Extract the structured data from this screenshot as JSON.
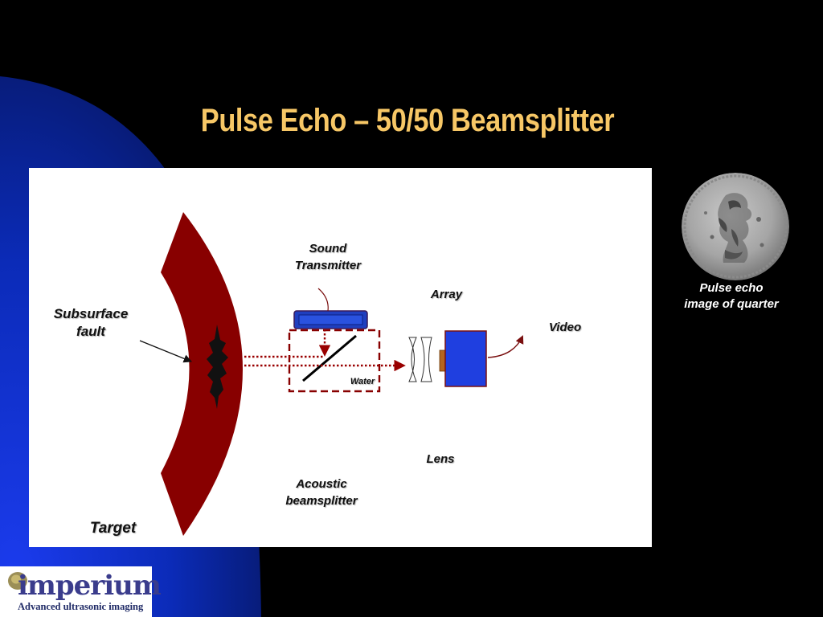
{
  "slide": {
    "title": "Pulse Echo – 50/50 Beamsplitter"
  },
  "diagram": {
    "labels": {
      "sound_transmitter_line1": "Sound",
      "sound_transmitter_line2": "Transmitter",
      "array": "Array",
      "subsurface_fault_line1": "Subsurface",
      "subsurface_fault_line2": "fault",
      "video": "Video",
      "water": "Water",
      "lens": "Lens",
      "acoustic_beamsplitter_line1": "Acoustic",
      "acoustic_beamsplitter_line2": "beamsplitter",
      "target": "Target"
    },
    "colors": {
      "target_fill": "#880000",
      "transmitter_fill": "#1f3fbf",
      "array_fill": "#1f3fe0",
      "beam": "#990000",
      "arrow": "#7a1010"
    }
  },
  "inset": {
    "caption_line1": "Pulse echo",
    "caption_line2": "image of quarter"
  },
  "logo": {
    "wordmark": "imperium",
    "tagline": "Advanced ultrasonic imaging"
  },
  "theme": {
    "title_color": "#f7c766",
    "background": "#000000",
    "swoosh": "#0a2fd6"
  }
}
